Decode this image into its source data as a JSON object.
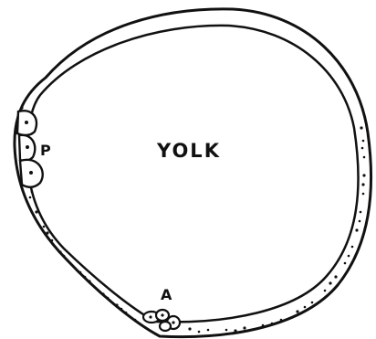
{
  "diagram": {
    "labels": {
      "yolk": "YOLK",
      "p": "P",
      "a": "A"
    },
    "colors": {
      "ink": "#111111",
      "background": "#ffffff"
    }
  }
}
